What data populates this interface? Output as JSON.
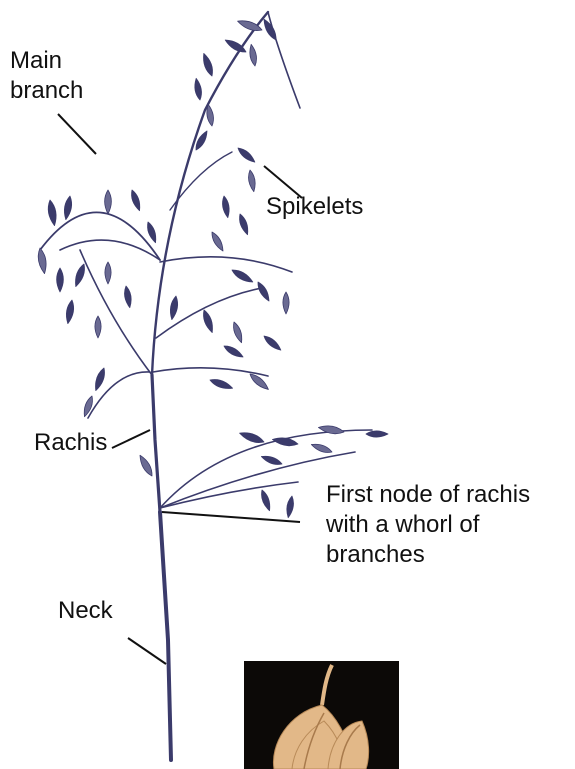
{
  "labels": {
    "main_branch": [
      "Main",
      "branch"
    ],
    "spikelets": "Spikelets",
    "rachis": "Rachis",
    "first_node": [
      "First node of rachis",
      "with a whorl of",
      "branches"
    ],
    "neck": "Neck"
  },
  "colors": {
    "plant": "#3b3b6b",
    "plant_light": "#6a6a92",
    "leader_line": "#111111",
    "photo_background": "#0c0907",
    "photo_hull": "#e2b888"
  },
  "inset_photo": {
    "subject": "oat-spikelet-photo"
  }
}
